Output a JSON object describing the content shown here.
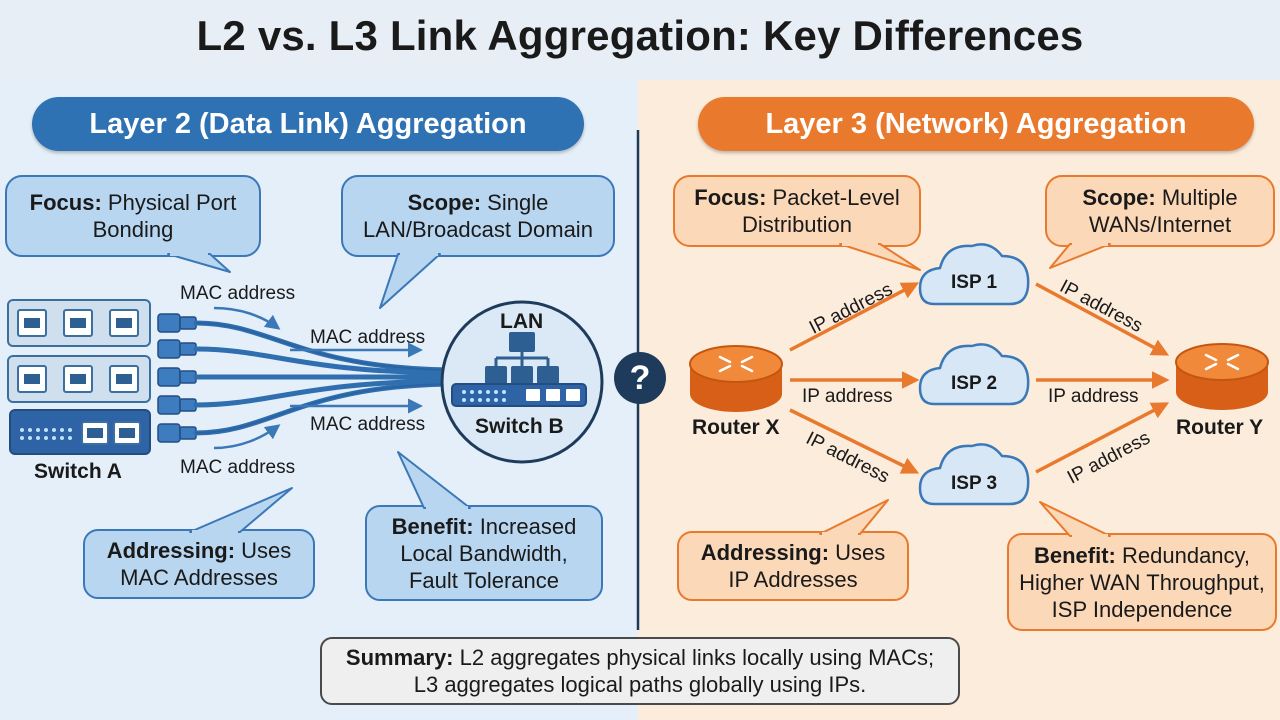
{
  "title": "L2 vs. L3 Link Aggregation: Key Differences",
  "layer2": {
    "header": "Layer 2 (Data Link) Aggregation",
    "focus": {
      "key": "Focus:",
      "line1": "Physical Port",
      "line2": "Bonding"
    },
    "scope": {
      "key": "Scope:",
      "line1": "Single",
      "line2": "LAN/Broadcast Domain"
    },
    "addressing": {
      "key": "Addressing:",
      "line1": "Uses",
      "line2": "MAC Addresses"
    },
    "benefit": {
      "key": "Benefit:",
      "line1": "Increased",
      "line2": "Local Bandwidth,",
      "line3": "Fault Tolerance"
    },
    "mac_labels": [
      "MAC address",
      "MAC address",
      "MAC address",
      "MAC address"
    ],
    "switch_a": "Switch A",
    "switch_b": "Switch B",
    "lan": "LAN"
  },
  "layer3": {
    "header": "Layer 3 (Network) Aggregation",
    "focus": {
      "key": "Focus:",
      "line1": "Packet-Level",
      "line2": "Distribution"
    },
    "scope": {
      "key": "Scope:",
      "line1": "Multiple",
      "line2": "WANs/Internet"
    },
    "addressing": {
      "key": "Addressing:",
      "line1": "Uses",
      "line2": "IP Addresses"
    },
    "benefit": {
      "key": "Benefit:",
      "line1": "Redundancy,",
      "line2": "Higher WAN Throughput,",
      "line3": "ISP Independence"
    },
    "router_x": "Router X",
    "router_y": "Router Y",
    "isps": [
      "ISP 1",
      "ISP 2",
      "ISP 3"
    ],
    "ip_labels": [
      "IP address",
      "IP address",
      "IP address",
      "IP address",
      "IP address",
      "IP address"
    ]
  },
  "center_icon": "question-mark-icon",
  "center_glyph": "?",
  "summary": {
    "key": "Summary:",
    "line1": "L2 aggregates physical links locally using MACs;",
    "line2": "L3 aggregates logical paths globally using IPs."
  },
  "colors": {
    "l2_accent": "#2f72b3",
    "l3_accent": "#e9792c",
    "l2_bg": "#e4eff9",
    "l3_bg": "#fcecdc"
  }
}
